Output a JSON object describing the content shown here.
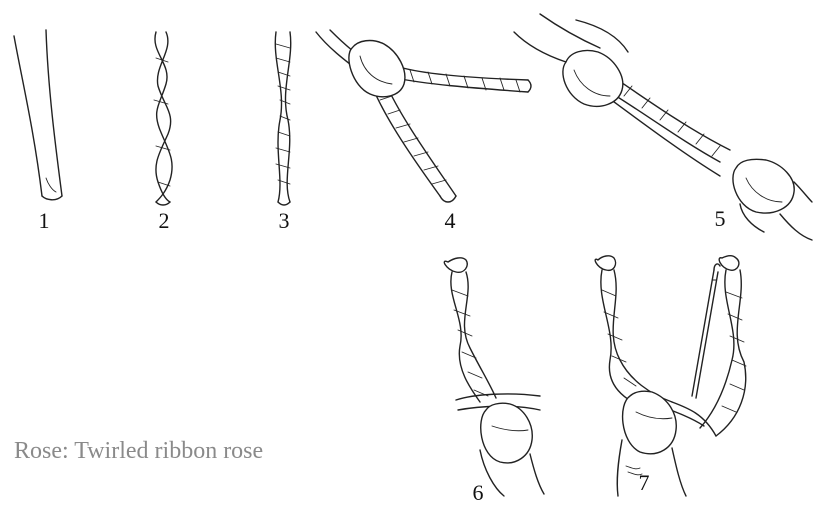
{
  "caption": "Rose: Twirled ribbon rose",
  "steps": [
    {
      "label": "1",
      "icon": "flat-ribbon-end-icon"
    },
    {
      "label": "2",
      "icon": "twisted-ribbon-icon"
    },
    {
      "label": "3",
      "icon": "tightly-twisted-ribbon-icon"
    },
    {
      "label": "4",
      "icon": "folding-twisted-ribbon-icon"
    },
    {
      "label": "5",
      "icon": "ribbon-twisting-together-icon"
    },
    {
      "label": "6",
      "icon": "twirled-ribbon-held-icon"
    },
    {
      "label": "7",
      "icon": "needle-through-ribbon-icon"
    }
  ]
}
